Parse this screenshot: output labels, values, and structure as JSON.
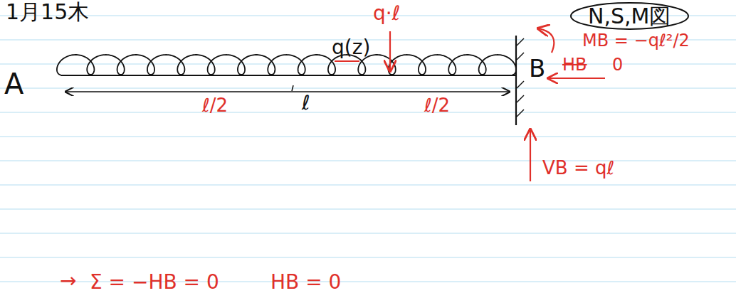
{
  "diagram": {
    "nodes": [
      {
        "text": [
          "N,S,M図"
        ]
      }
    ],
    "labels": [
      "1月15木",
      "q·ℓ",
      "q(z)",
      "MB = −qℓ²/2",
      "HB",
      "0",
      "B",
      "A",
      "ℓ/2",
      "ℓ",
      "ℓ/2",
      "VB = qℓ",
      "→",
      "Σ = −HB = 0",
      "HB = 0"
    ]
  }
}
